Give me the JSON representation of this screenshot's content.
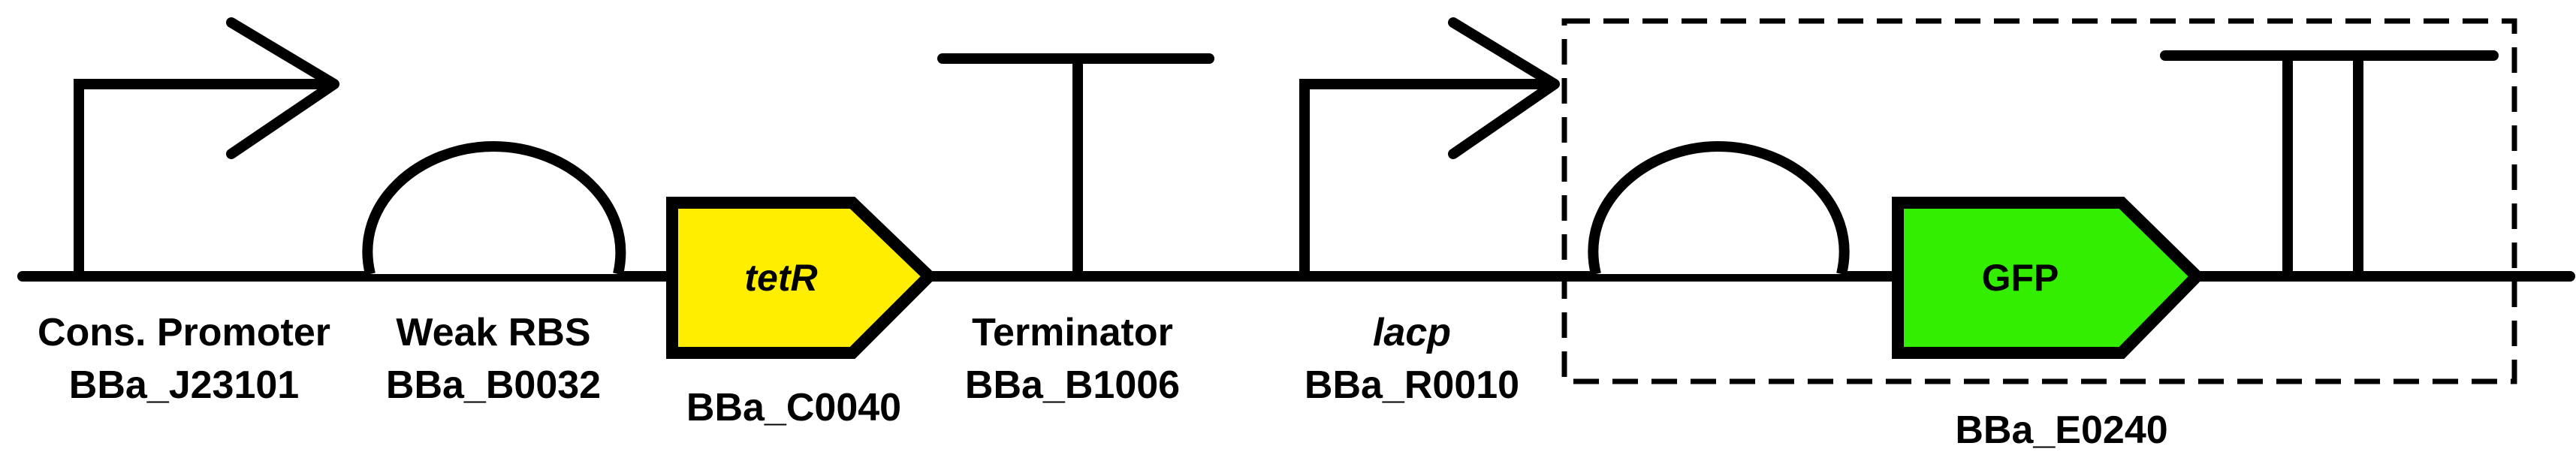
{
  "colors": {
    "line": "#000000",
    "tetr_fill": "#ffee00",
    "gfp_fill": "#33ee00"
  },
  "parts": {
    "promoter1": {
      "name": "Cons. Promoter",
      "id": "BBa_J23101",
      "icon": "promoter-arrow-icon"
    },
    "rbs_weak": {
      "name": "Weak RBS",
      "id": "BBa_B0032",
      "icon": "rbs-semicircle-icon"
    },
    "tetr": {
      "name": "tetR",
      "id": "BBa_C0040",
      "icon": "cds-arrow-icon"
    },
    "terminator": {
      "name": "Terminator",
      "id": "BBa_B1006",
      "icon": "terminator-t-icon"
    },
    "lacp": {
      "name": "lacp",
      "id": "BBa_R0010",
      "icon": "promoter-arrow-icon"
    },
    "rbs2": {
      "icon": "rbs-semicircle-icon"
    },
    "gfp": {
      "name": "GFP",
      "icon": "cds-arrow-icon"
    },
    "double_terminator": {
      "icon": "double-terminator-icon"
    }
  },
  "device": {
    "id": "BBa_E0240"
  }
}
